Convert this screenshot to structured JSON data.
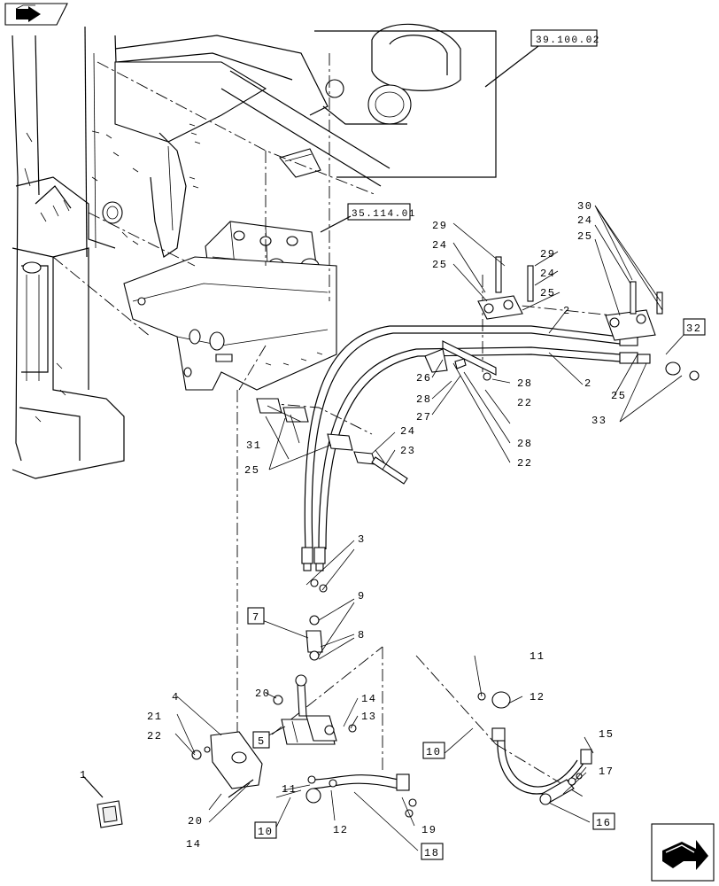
{
  "references": {
    "frame": "39.100.02",
    "valve": "35.114.01"
  },
  "callouts": [
    "1",
    "2",
    "3",
    "4",
    "5",
    "7",
    "8",
    "9",
    "10",
    "11",
    "12",
    "13",
    "14",
    "15",
    "16",
    "17",
    "18",
    "19",
    "20",
    "21",
    "22",
    "23",
    "24",
    "25",
    "26",
    "27",
    "28",
    "29",
    "30",
    "31",
    "32",
    "33"
  ],
  "boxed_callouts": [
    "5",
    "7",
    "10",
    "16",
    "18",
    "32"
  ],
  "icons": {
    "top_left": "back-arrow-icon",
    "bottom_right": "next-page-icon"
  }
}
